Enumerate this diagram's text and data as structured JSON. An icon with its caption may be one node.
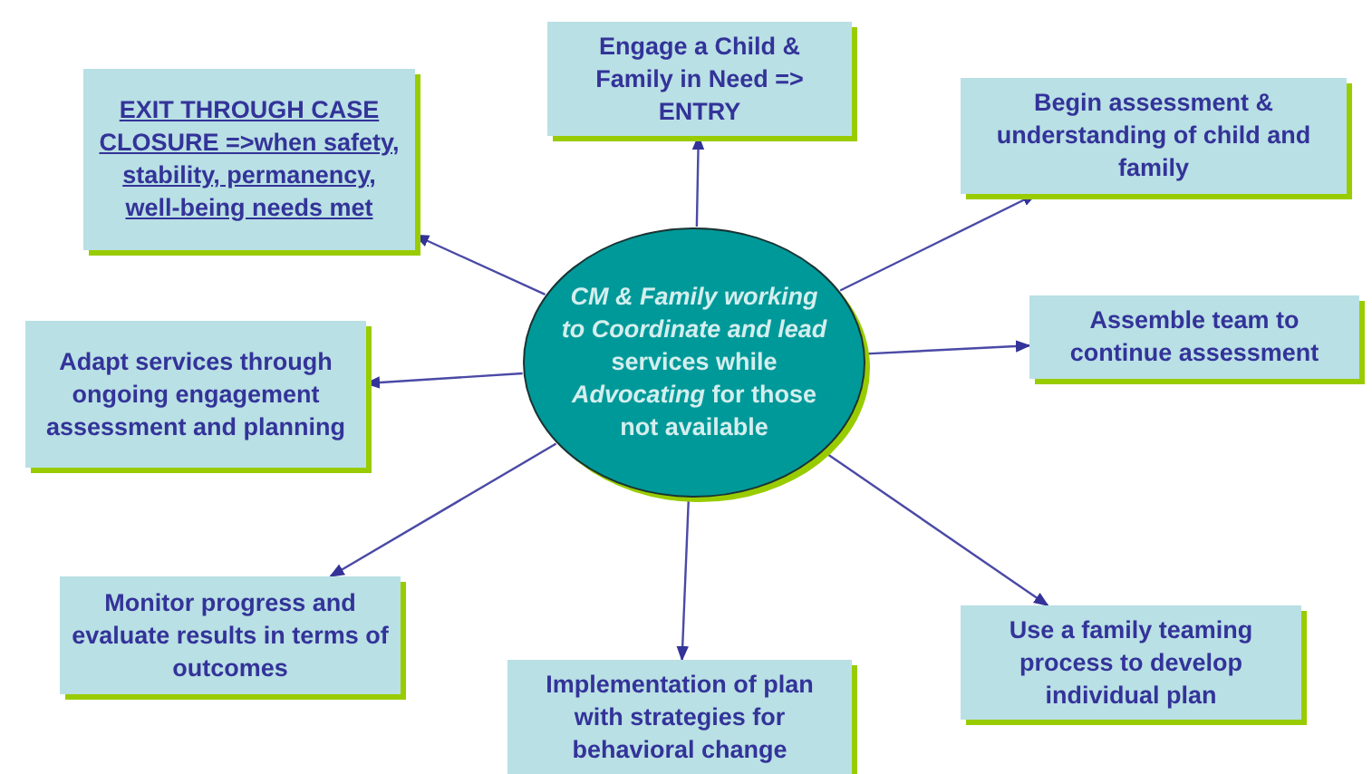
{
  "diagram": {
    "nodes": [
      {
        "text": [
          "*CM & Family working to Coordinate and lead* services while *Advocating* for those not available"
        ]
      },
      {
        "text": [
          "Engage a Child & Family in Need => ENTRY"
        ]
      },
      {
        "text": [
          "Begin assessment & understanding of child and family"
        ]
      },
      {
        "text": [
          "Assemble team to continue assessment"
        ]
      },
      {
        "text": [
          "Use a family  teaming process to  develop individual plan"
        ]
      },
      {
        "text": [
          "Implementation  of plan with strategies  for behavioral change"
        ]
      },
      {
        "text": [
          "Monitor progress and evaluate results in terms of outcomes"
        ]
      },
      {
        "text": [
          "Adapt services through ongoing engagement assessment and planning"
        ]
      },
      {
        "text": [
          "EXIT THROUGH CASE CLOSURE =>when safety, stability, permanency,  well-being needs met"
        ]
      }
    ],
    "edges": [
      {
        "from": 0,
        "to": 1,
        "arrow": "to"
      },
      {
        "from": 0,
        "to": 2,
        "arrow": "to"
      },
      {
        "from": 0,
        "to": 3,
        "arrow": "to"
      },
      {
        "from": 0,
        "to": 4,
        "arrow": "to"
      },
      {
        "from": 0,
        "to": 5,
        "arrow": "to"
      },
      {
        "from": 0,
        "to": 6,
        "arrow": "to"
      },
      {
        "from": 0,
        "to": 7,
        "arrow": "to"
      },
      {
        "from": 0,
        "to": 8,
        "arrow": "to"
      }
    ]
  }
}
